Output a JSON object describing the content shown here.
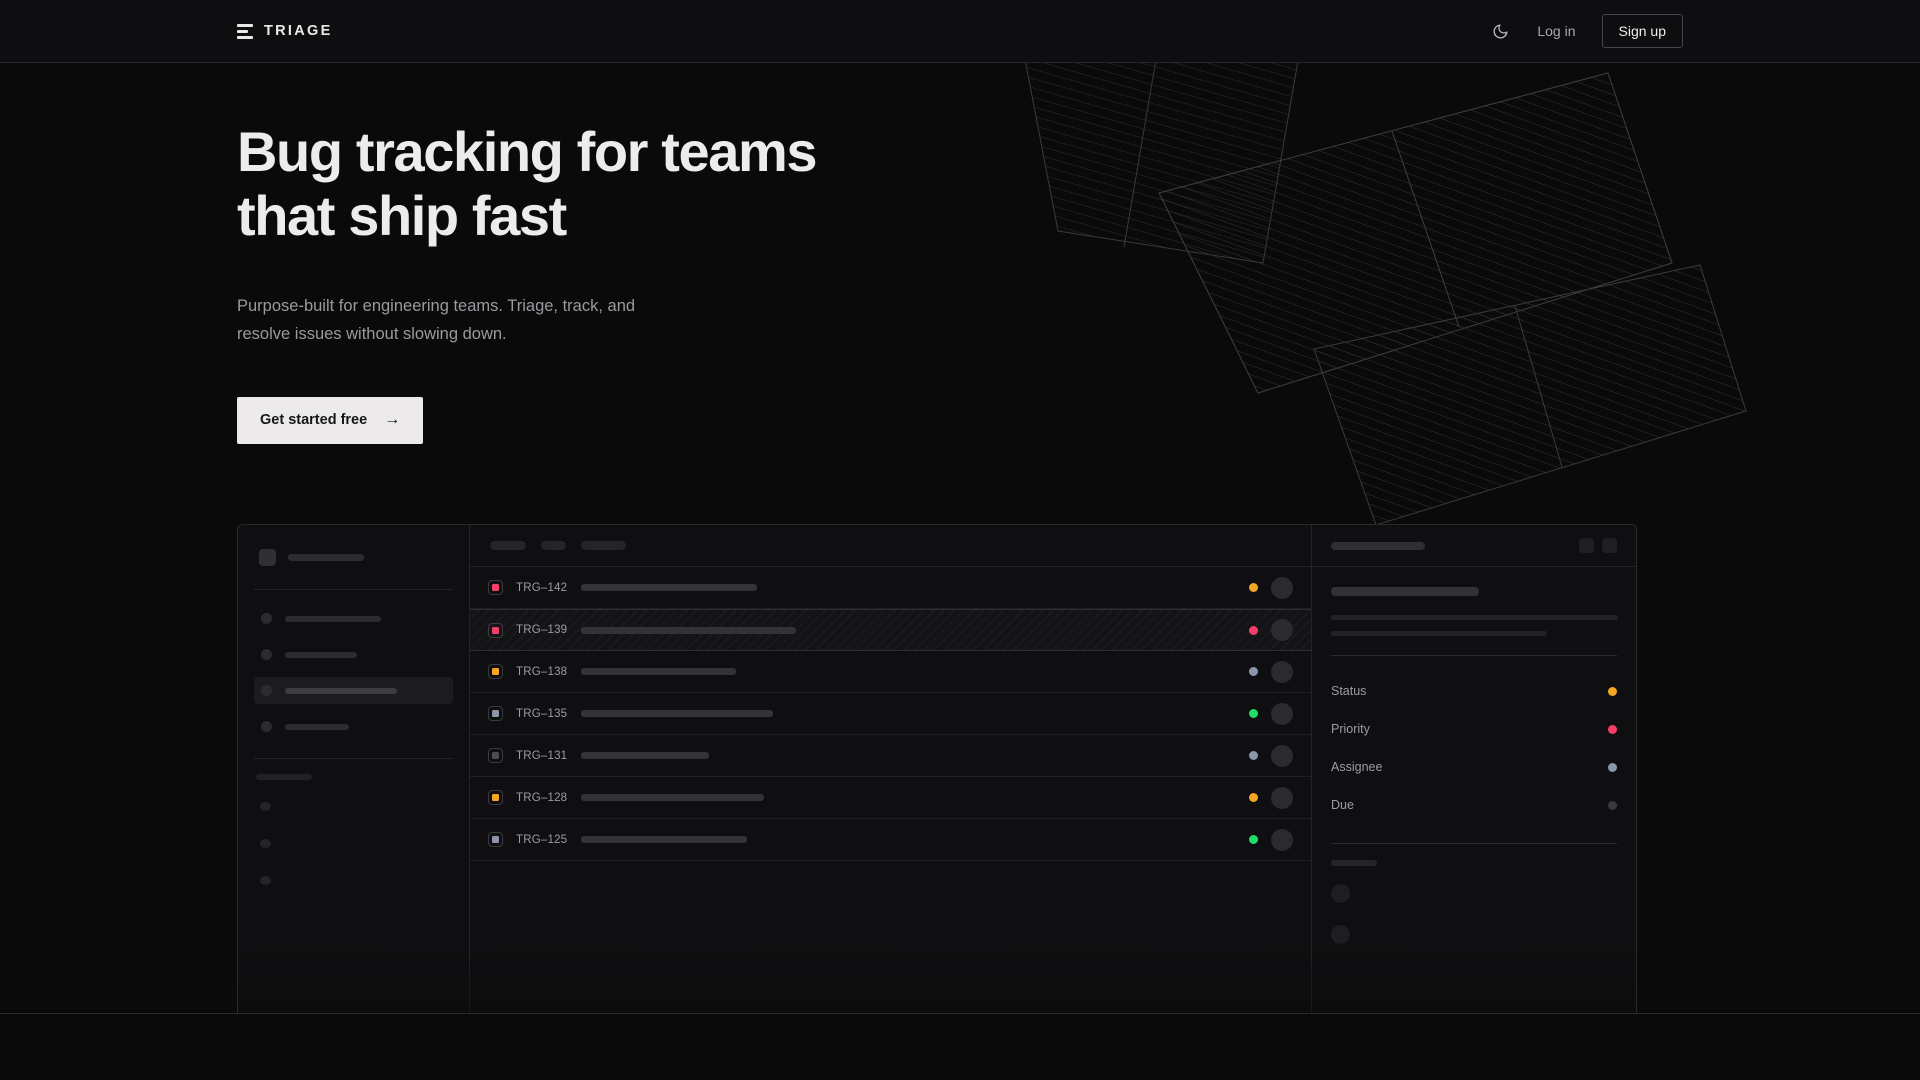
{
  "nav": {
    "logo_icon": "triage-bars-icon",
    "brand": "TRIAGE",
    "theme_toggle_icon": "moon-icon",
    "login_label": "Log in",
    "signup_label": "Sign up"
  },
  "hero": {
    "headline": "Bug tracking for teams\nthat ship fast",
    "subheadline": "Purpose-built for engineering teams. Triage, track, and\nresolve issues without slowing down.",
    "cta_label": "Get started free",
    "cta_arrow": "→"
  },
  "colors": {
    "page_bg": "#0a0a0b",
    "nav_bg": "#0e0e10",
    "panel_bg": "#0f0f11",
    "border": "#2a2a2e",
    "text_primary": "#ececed",
    "text_muted": "#9a9a9f",
    "cta_bg": "#eceaea",
    "status_orange": "#f5a623",
    "status_pink": "#f43f68",
    "status_green": "#22dd66",
    "status_slate": "#8b97ab",
    "status_gray": "#3a3a3f"
  },
  "mockup": {
    "sidebar": {
      "logo_skeleton_width": 76,
      "nav_items": [
        {
          "width": 96,
          "active": false
        },
        {
          "width": 72,
          "active": false
        },
        {
          "width": 112,
          "active": true
        },
        {
          "width": 64,
          "active": false
        }
      ],
      "section_label_width": 56,
      "mini_items": 3
    },
    "list": {
      "filter_chips": [
        36,
        25,
        45
      ],
      "columns": [
        "priority",
        "id",
        "title",
        "status",
        "assignee"
      ],
      "rows": [
        {
          "id": "TRG–142",
          "priority_color": "#f43f68",
          "status_color": "#f5a623",
          "title_width": 176,
          "selected": false
        },
        {
          "id": "TRG–139",
          "priority_color": "#f43f68",
          "status_color": "#f43f68",
          "title_width": 215,
          "selected": true
        },
        {
          "id": "TRG–138",
          "priority_color": "#f5a623",
          "status_color": "#8b97ab",
          "title_width": 155,
          "selected": false
        },
        {
          "id": "TRG–135",
          "priority_color": "#8b97ab",
          "status_color": "#22dd66",
          "title_width": 192,
          "selected": false
        },
        {
          "id": "TRG–131",
          "priority_color": "#4c4c52",
          "status_color": "#8b97ab",
          "title_width": 128,
          "selected": false
        },
        {
          "id": "TRG–128",
          "priority_color": "#f5a623",
          "status_color": "#f5a623",
          "title_width": 183,
          "selected": false
        },
        {
          "id": "TRG–125",
          "priority_color": "#8b97ab",
          "status_color": "#22dd66",
          "title_width": 166,
          "selected": false
        }
      ]
    },
    "detail": {
      "header_bar_width": 94,
      "header_buttons": 2,
      "title_skeleton_width": 148,
      "body_lines": [
        287,
        216
      ],
      "fields": [
        {
          "label": "Status",
          "value_color": "#f5a623"
        },
        {
          "label": "Priority",
          "value_color": "#f43f68"
        },
        {
          "label": "Assignee",
          "value_color": "#8b97ab"
        },
        {
          "label": "Due",
          "value_color": "#3a3a3f"
        }
      ],
      "comments_label_width": 46,
      "comment_count": 2
    }
  }
}
